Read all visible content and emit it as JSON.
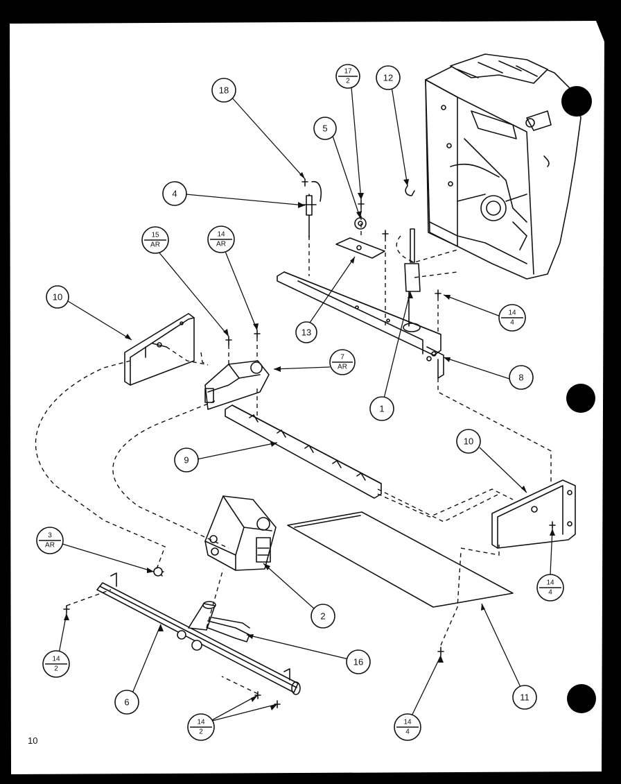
{
  "page_number": "10",
  "callouts": [
    {
      "id": "c18",
      "label": "18"
    },
    {
      "id": "c17",
      "top": "17",
      "bottom": "2"
    },
    {
      "id": "c12",
      "label": "12"
    },
    {
      "id": "c5",
      "label": "5"
    },
    {
      "id": "c4",
      "label": "4"
    },
    {
      "id": "c15",
      "top": "15",
      "bottom": "AR"
    },
    {
      "id": "c14ar",
      "top": "14",
      "bottom": "AR"
    },
    {
      "id": "c10a",
      "label": "10"
    },
    {
      "id": "c13",
      "label": "13"
    },
    {
      "id": "c14r",
      "top": "14",
      "bottom": "4"
    },
    {
      "id": "c7",
      "top": "7",
      "bottom": "AR"
    },
    {
      "id": "c8",
      "label": "8"
    },
    {
      "id": "c1",
      "label": "1"
    },
    {
      "id": "c9",
      "label": "9"
    },
    {
      "id": "c10b",
      "label": "10"
    },
    {
      "id": "c3",
      "top": "3",
      "bottom": "AR"
    },
    {
      "id": "c14b",
      "top": "14",
      "bottom": "4"
    },
    {
      "id": "c2",
      "label": "2"
    },
    {
      "id": "c14l",
      "top": "14",
      "bottom": "2"
    },
    {
      "id": "c16",
      "label": "16"
    },
    {
      "id": "c6",
      "label": "6"
    },
    {
      "id": "c11",
      "label": "11"
    },
    {
      "id": "c14bl",
      "top": "14",
      "bottom": "2"
    },
    {
      "id": "c14bb",
      "top": "14",
      "bottom": "4"
    }
  ]
}
